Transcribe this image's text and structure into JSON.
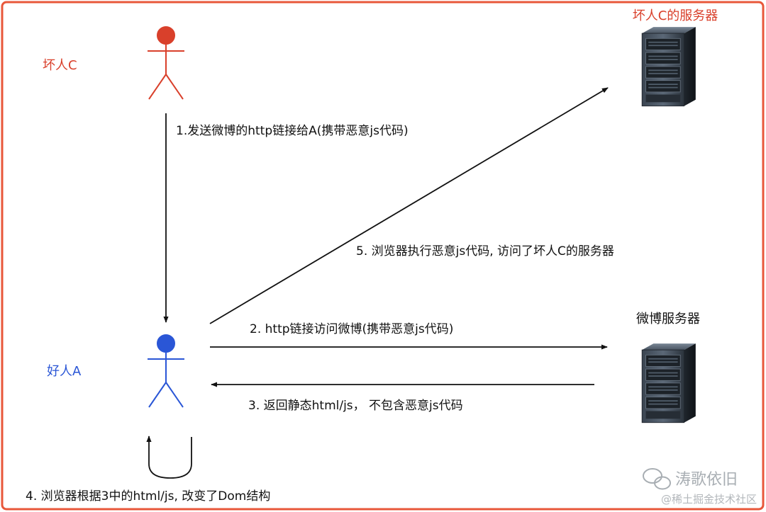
{
  "actors": {
    "bad_c": {
      "label": "坏人C",
      "color": "#d9402b"
    },
    "good_a": {
      "label": "好人A",
      "color": "#2a56d6"
    }
  },
  "servers": {
    "attacker": {
      "label": "坏人C的服务器",
      "label_color": "#d9402b"
    },
    "weibo": {
      "label": "微博服务器",
      "label_color": "#111111"
    }
  },
  "steps": {
    "step1": "1.发送微博的http链接给A(携带恶意js代码)",
    "step2": "2. http链接访问微博(携带恶意js代码)",
    "step3": "3. 返回静态html/js，  不包含恶意js代码",
    "step4": "4. 浏览器根据3中的html/js, 改变了Dom结构",
    "step5": "5. 浏览器执行恶意js代码, 访问了坏人C的服务器"
  },
  "watermark": {
    "name": "涛歌依旧",
    "site": "@稀土掘金技术社区"
  },
  "colors": {
    "frame": "#e8573a",
    "arrow": "#111111"
  }
}
